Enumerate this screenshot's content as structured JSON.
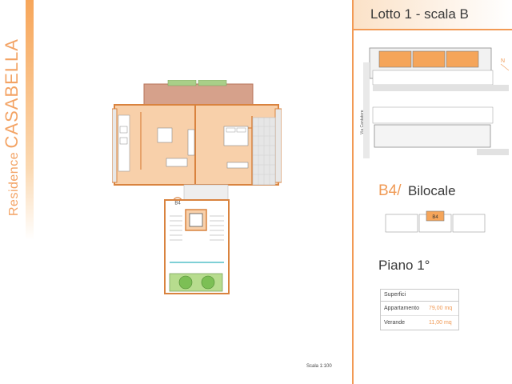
{
  "brand": {
    "prefix": "Residence",
    "name": "CASABELLA"
  },
  "header": {
    "lot_title": "Lotto 1 - scala B"
  },
  "site_plan": {
    "street_label": "Via Cantatore",
    "north_label": "N"
  },
  "apartment": {
    "code": "B4/",
    "type": "Bilocale",
    "key_label": "B4",
    "plan_label": "B4",
    "floor": "Piano 1°"
  },
  "surfaces": {
    "title": "Superfici",
    "rows": [
      {
        "label": "Appartamento",
        "value": "79,00 mq"
      },
      {
        "label": "Verande",
        "value": "11,00 mq"
      }
    ]
  },
  "scale": "Scala 1:100",
  "colors": {
    "accent": "#f29a55",
    "floor_fill": "#f7c9a0",
    "wall": "#d9833f",
    "terrace": "#c98f77",
    "garden": "#b7dc8e"
  }
}
